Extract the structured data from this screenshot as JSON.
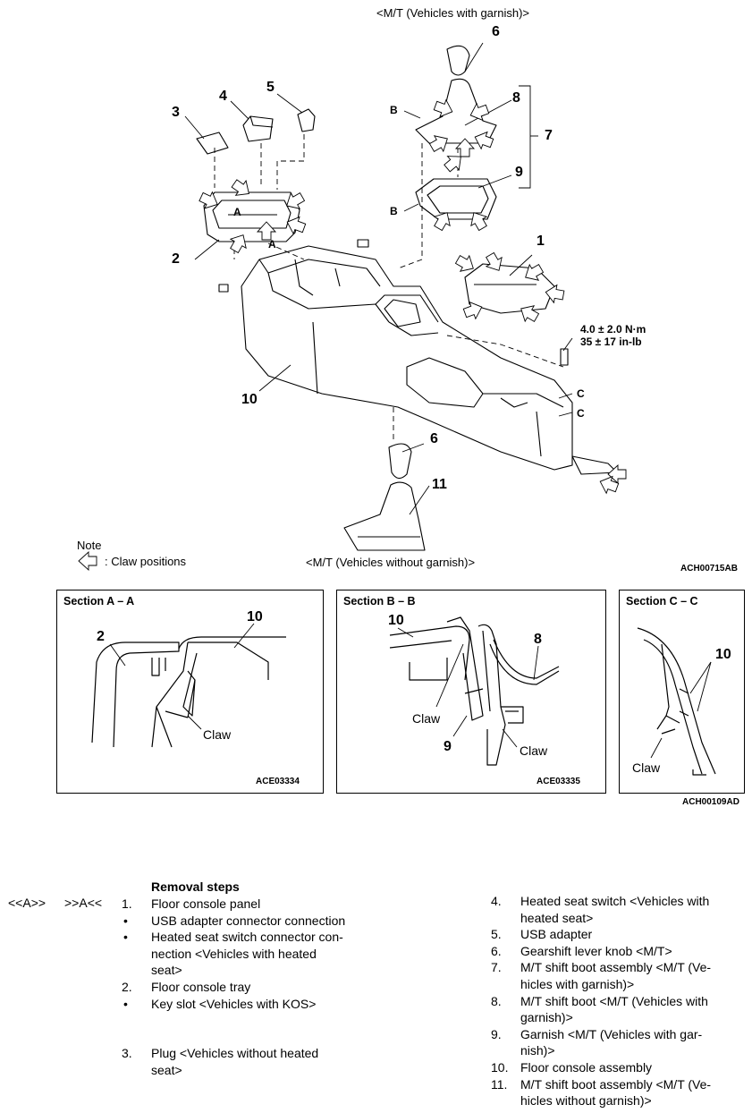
{
  "diagram": {
    "caption_top": "<M/T (Vehicles with garnish)>",
    "caption_bottom": "<M/T (Vehicles without garnish)>",
    "note_label": "Note",
    "note_claw": ": Claw positions",
    "figure_code": "ACH00715AB",
    "torque_nm": "4.0 ± 2.0 N·m",
    "torque_inlb": "35 ± 17 in-lb",
    "callouts": [
      "1",
      "2",
      "3",
      "4",
      "5",
      "6",
      "7",
      "8",
      "9",
      "10",
      "6",
      "11"
    ],
    "section_letters": {
      "A1": "A",
      "A2": "A",
      "B1": "B",
      "B2": "B",
      "C1": "C",
      "C2": "C"
    }
  },
  "sections": {
    "a": {
      "title": "Section A – A",
      "code": "ACE03334",
      "label_2": "2",
      "label_10": "10",
      "claw": "Claw"
    },
    "b": {
      "title": "Section B – B",
      "code": "ACE03335",
      "label_10": "10",
      "label_8": "8",
      "label_9": "9",
      "claw1": "Claw",
      "claw2": "Claw"
    },
    "c": {
      "title": "Section C – C",
      "label_10": "10",
      "claw": "Claw"
    },
    "figure_code": "ACH00109AD"
  },
  "removal": {
    "heading": "Removal steps",
    "marker_left": "<<A>>",
    "marker_right": ">>A<<",
    "left_steps": [
      {
        "mark": "1.",
        "text": "Floor console panel"
      },
      {
        "mark": "•",
        "text": "USB adapter connector connection"
      },
      {
        "mark": "•",
        "text": "Heated seat switch connector con-\nnection <Vehicles with heated\nseat>"
      },
      {
        "mark": "2.",
        "text": "Floor console tray"
      },
      {
        "mark": "•",
        "text": "Key slot <Vehicles with KOS>"
      },
      {
        "mark": "3.",
        "text": "Plug <Vehicles without heated\nseat>"
      }
    ],
    "right_steps": [
      {
        "mark": "4.",
        "text": "Heated seat switch <Vehicles with\nheated seat>"
      },
      {
        "mark": "5.",
        "text": "USB adapter"
      },
      {
        "mark": "6.",
        "text": "Gearshift lever knob <M/T>"
      },
      {
        "mark": "7.",
        "text": "M/T shift boot assembly <M/T (Ve-\nhicles with garnish)>"
      },
      {
        "mark": "8.",
        "text": "M/T shift boot <M/T (Vehicles with\ngarnish)>"
      },
      {
        "mark": "9.",
        "text": "Garnish <M/T (Vehicles with gar-\nnish)>"
      },
      {
        "mark": "10.",
        "text": "Floor console assembly"
      },
      {
        "mark": "11.",
        "text": "M/T shift boot assembly <M/T (Ve-\nhicles without garnish)>"
      }
    ]
  }
}
